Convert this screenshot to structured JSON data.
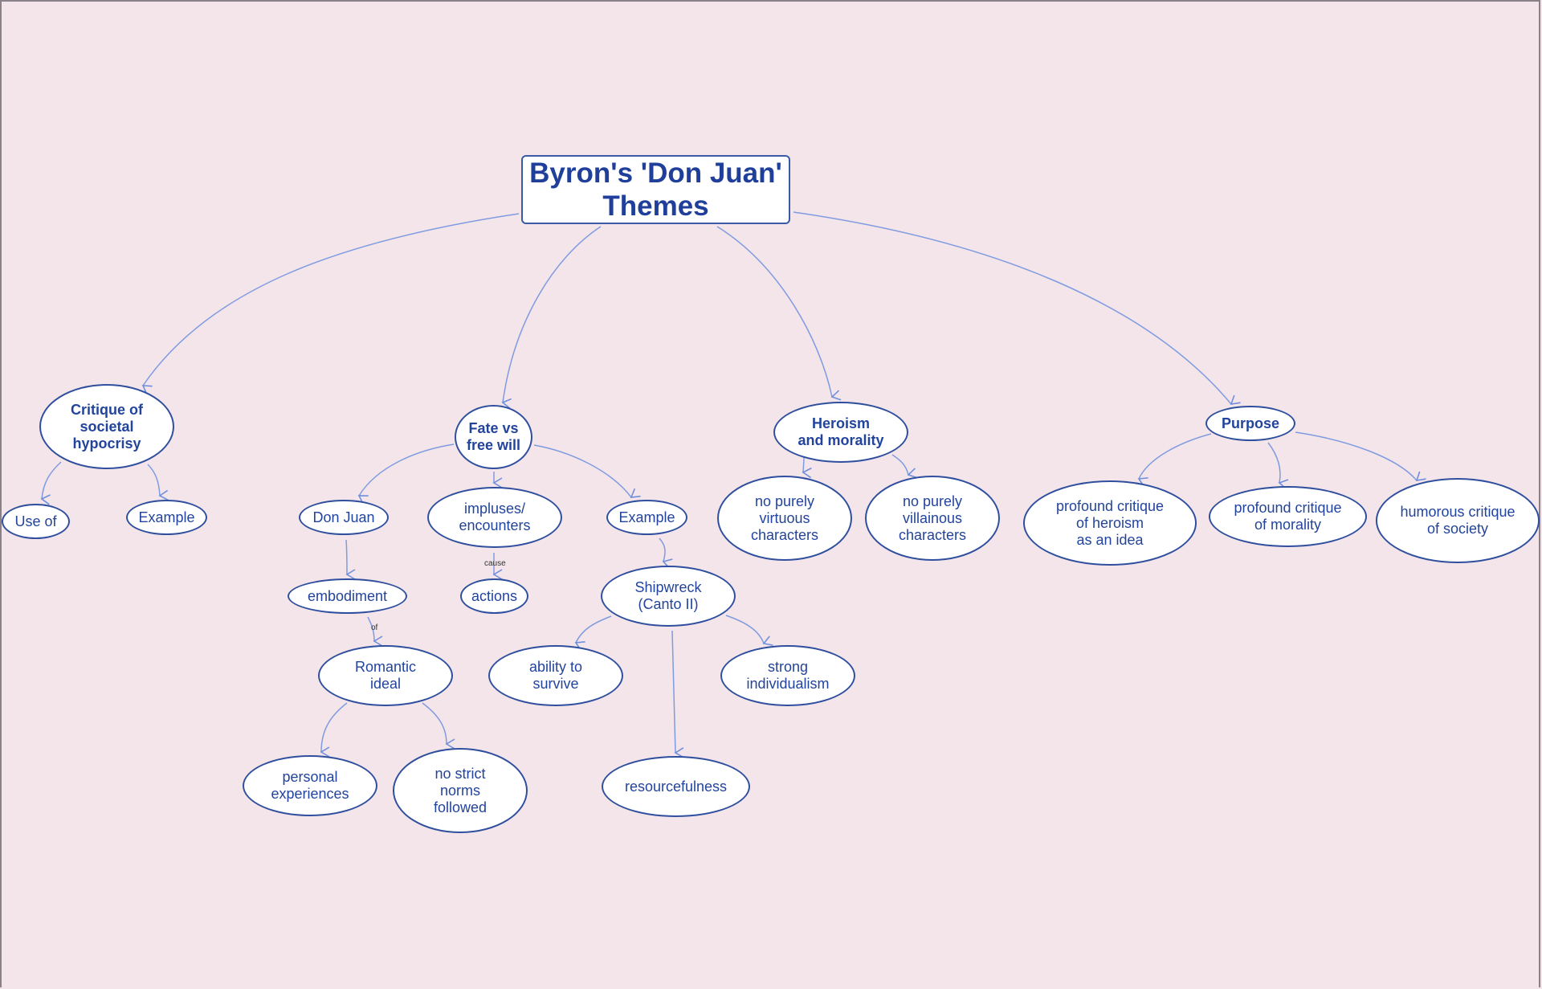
{
  "root": {
    "title": "Byron's 'Don Juan'\nThemes"
  },
  "themes": {
    "critique": {
      "label": "Critique of\nsocietal\nhypocrisy",
      "children": [
        "Use of",
        "Example"
      ]
    },
    "fate": {
      "label": "Fate vs\nfree will"
    },
    "heroism": {
      "label": "Heroism\nand morality",
      "children": [
        "no purely\nvirtuous\ncharacters",
        "no purely\nvillainous\ncharacters"
      ]
    },
    "purpose": {
      "label": "Purpose",
      "children": [
        "profound critique\nof heroism\nas an idea",
        "profound critique\nof morality",
        "humorous critique\nof society"
      ]
    }
  },
  "fate_branch": {
    "don_juan": "Don Juan",
    "embodiment": "embodiment",
    "of_label": "of",
    "romantic_ideal": "Romantic\nideal",
    "personal_experiences": "personal\nexperiences",
    "no_strict_norms": "no strict\nnorms\nfollowed",
    "impulses": "impluses/\nencounters",
    "cause_label": "cause",
    "actions": "actions",
    "example": "Example",
    "shipwreck": "Shipwreck\n(Canto II)",
    "ability": "ability to\nsurvive",
    "individualism": "strong\nindividualism",
    "resourcefulness": "resourcefulness"
  },
  "colors": {
    "background": "#f3e5ea",
    "node_border": "#2f4f9e",
    "text": "#23449c",
    "edge": "#7f9be0"
  }
}
